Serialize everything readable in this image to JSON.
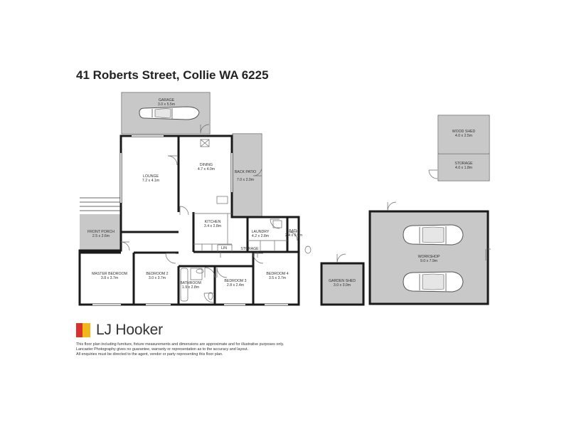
{
  "title": "41 Roberts Street, Collie WA 6225",
  "rooms": {
    "garage": {
      "name": "GARAGE",
      "size": "3.0 x 5.5m"
    },
    "lounge": {
      "name": "LOUNGE",
      "size": "7.2 x 4.1m"
    },
    "dining": {
      "name": "DINING",
      "size": "4.7 x 4.0m"
    },
    "back_patio": {
      "name": "BACK PATIO",
      "size": "7.0 x 2.0m"
    },
    "kitchen": {
      "name": "KITCHEN",
      "size": "3.4 x 2.8m"
    },
    "laundry": {
      "name": "LAUNDRY",
      "size": "4.2 x 2.8m"
    },
    "bath": {
      "name": "BATH",
      "size": "2.4 x 0.9m"
    },
    "front_porch": {
      "name": "FRONT PORCH",
      "size": "2.5 x 2.6m"
    },
    "lin": {
      "name": "LIN"
    },
    "storage_hall": {
      "name": "STORAGE"
    },
    "master_bedroom": {
      "name": "MASTER BEDROOM",
      "size": "3.8 x 3.7m"
    },
    "bedroom2": {
      "name": "BEDROOM 2",
      "size": "3.0 x 3.7m"
    },
    "bathroom": {
      "name": "BATHROOM",
      "size": "1.9 x 2.8m"
    },
    "bedroom3": {
      "name": "BEDROOM 3",
      "size": "2.8 x 2.4m"
    },
    "bedroom4": {
      "name": "BEDROOM 4",
      "size": "3.5 x 3.7m"
    },
    "wood_shed": {
      "name": "WOOD SHED",
      "size": "4.0 x 2.5m"
    },
    "storage_shed": {
      "name": "STORAGE",
      "size": "4.0 x 1.8m"
    },
    "workshop": {
      "name": "WORKSHOP",
      "size": "9.0 x 7.9m"
    },
    "garden_shed": {
      "name": "GARDEN SHED",
      "size": "3.0 x 3.0m"
    }
  },
  "brand": {
    "name": "LJ Hooker",
    "red": "#d7322b",
    "yellow": "#f2b718"
  },
  "disclaimer": [
    "This floor plan including furniture, fixture measurements and dimensions are approximate and for illustrative purposes only.",
    "Lancaster Photography gives no guarantee, warranty or representation as to the accuracy and layout.",
    "All enquiries must be directed to the agent, vendor or party representing this floor plan."
  ],
  "colors": {
    "wall": "#1a1a1a",
    "hatch": "#c8c8c8",
    "line": "#6a6a6a"
  },
  "icons": [
    "car-icon",
    "door-swing-icon",
    "toilet-icon",
    "bathtub-icon",
    "sink-icon",
    "stove-icon",
    "logo-mark-icon"
  ]
}
